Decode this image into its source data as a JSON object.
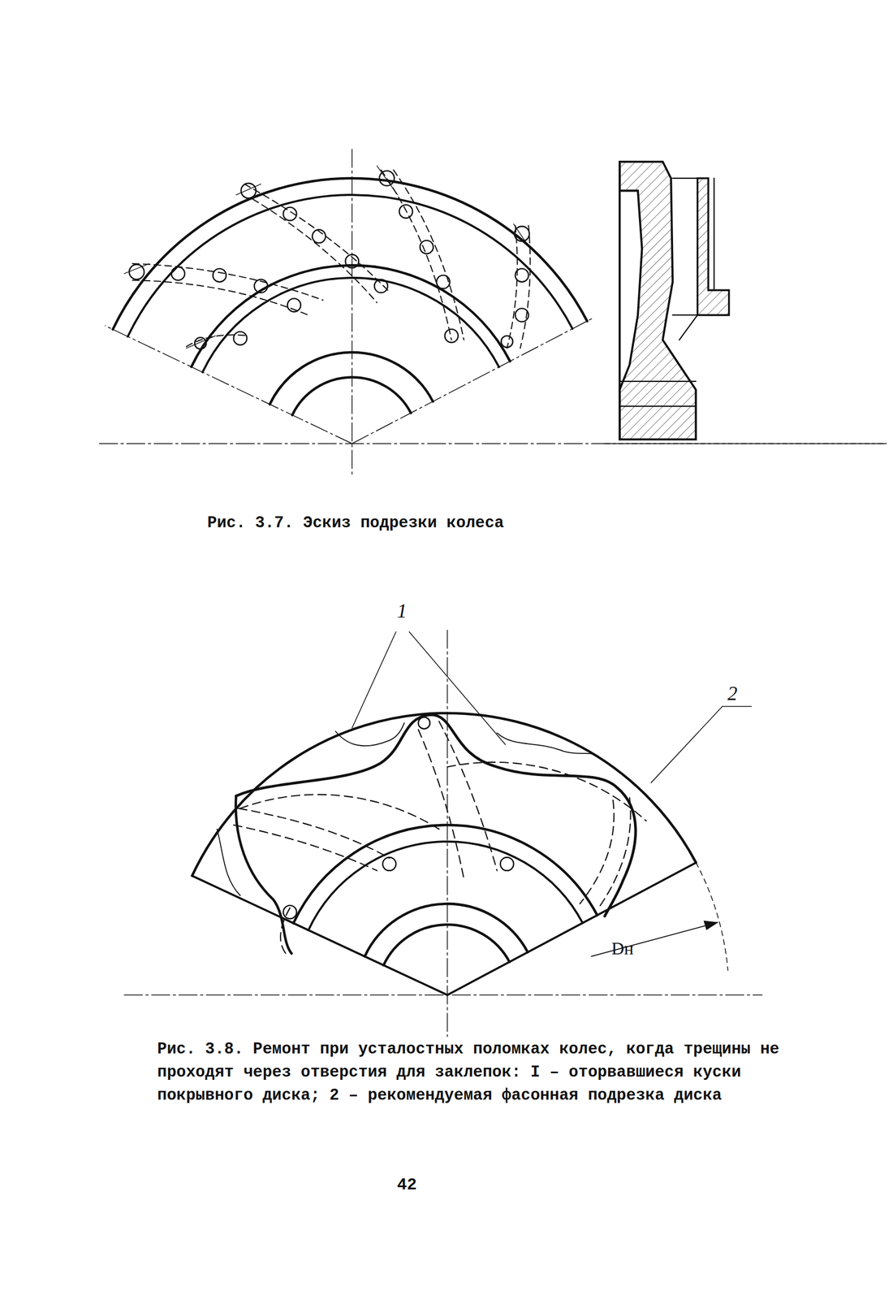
{
  "diagram": {
    "labels": [
      "Рис. 3.7. Эскиз подрезки колеса",
      "1",
      "2",
      "Dн",
      "Рис. 3.8. Ремонт при усталостных поломках колес, когда трещины не проходят через отверстия для заклепок: I – оторвавшиеся куски покрывного диска; 2 – рекомендуемая фасонная подрезка диска",
      "42"
    ]
  }
}
